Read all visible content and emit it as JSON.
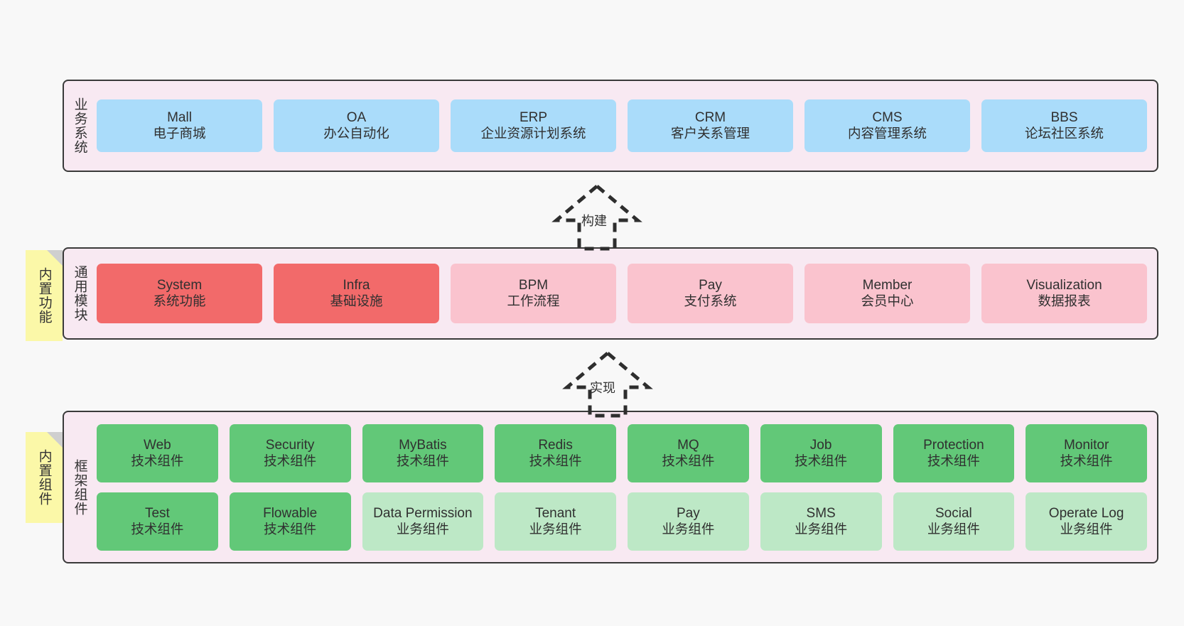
{
  "diagram": {
    "title_hidden": "",
    "colors": {
      "container_bg": "#f8e9f2",
      "container_border": "#3a3a3a",
      "business_node": "#aadcfa",
      "common_core_node": "#f26a6a",
      "common_node": "#fac3ce",
      "tech_node": "#62c878",
      "biz_component_node": "#bde8c6",
      "note_bg": "#fbf8a8",
      "note_fold": "#cfcfcf",
      "canvas_bg": "#f8f8f8"
    }
  },
  "layers": {
    "business": {
      "label": "业务系统",
      "nodes": [
        {
          "en": "Mall",
          "cn": "电子商城"
        },
        {
          "en": "OA",
          "cn": "办公自动化"
        },
        {
          "en": "ERP",
          "cn": "企业资源计划系统"
        },
        {
          "en": "CRM",
          "cn": "客户关系管理"
        },
        {
          "en": "CMS",
          "cn": "内容管理系统"
        },
        {
          "en": "BBS",
          "cn": "论坛社区系统"
        }
      ]
    },
    "common": {
      "label": "通用模块",
      "nodes": [
        {
          "en": "System",
          "cn": "系统功能"
        },
        {
          "en": "Infra",
          "cn": "基础设施"
        },
        {
          "en": "BPM",
          "cn": "工作流程"
        },
        {
          "en": "Pay",
          "cn": "支付系统"
        },
        {
          "en": "Member",
          "cn": "会员中心"
        },
        {
          "en": "Visualization",
          "cn": "数据报表"
        }
      ]
    },
    "framework": {
      "label": "框架组件",
      "row1": [
        {
          "en": "Web",
          "cn": "技术组件"
        },
        {
          "en": "Security",
          "cn": "技术组件"
        },
        {
          "en": "MyBatis",
          "cn": "技术组件"
        },
        {
          "en": "Redis",
          "cn": "技术组件"
        },
        {
          "en": "MQ",
          "cn": "技术组件"
        },
        {
          "en": "Job",
          "cn": "技术组件"
        },
        {
          "en": "Protection",
          "cn": "技术组件"
        },
        {
          "en": "Monitor",
          "cn": "技术组件"
        }
      ],
      "row2": [
        {
          "en": "Test",
          "cn": "技术组件"
        },
        {
          "en": "Flowable",
          "cn": "技术组件"
        },
        {
          "en": "Data Permission",
          "cn": "业务组件"
        },
        {
          "en": "Tenant",
          "cn": "业务组件"
        },
        {
          "en": "Pay",
          "cn": "业务组件"
        },
        {
          "en": "SMS",
          "cn": "业务组件"
        },
        {
          "en": "Social",
          "cn": "业务组件"
        },
        {
          "en": "Operate Log",
          "cn": "业务组件"
        }
      ]
    }
  },
  "notes": [
    {
      "label": "内置功能"
    },
    {
      "label": "内置组件"
    }
  ],
  "arrows": [
    {
      "label": "构建"
    },
    {
      "label": "实现"
    }
  ]
}
